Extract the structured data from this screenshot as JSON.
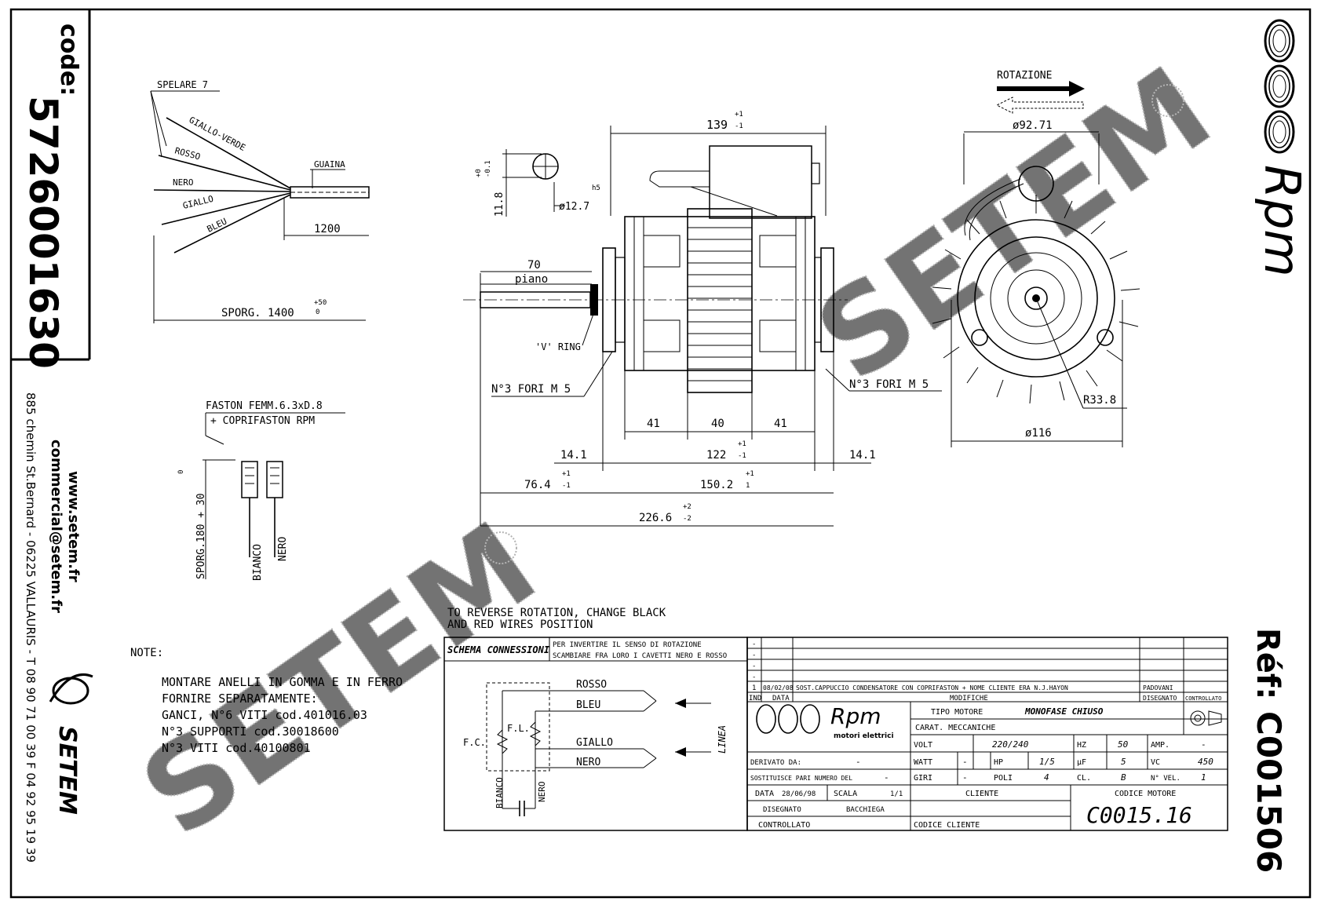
{
  "side_panel": {
    "code_label": "code:",
    "code_value": "5726001630",
    "website": "www.setem.fr",
    "email": "commercial@setem.fr",
    "address": "885 chemin St.Bernard - 06225 VALLAURIS - T 08 90 71 00 39  F 04 92 95 19 39",
    "brand": "SETEM"
  },
  "right_panel": {
    "logo": "Rpm",
    "ref_label": "Réf:",
    "ref_value": "C001506"
  },
  "watermark": "SETEM",
  "cable": {
    "strip": "SPELARE  7",
    "wire_gv": "GIALLO-VERDE",
    "wire_rosso": "ROSSO",
    "wire_nero": "NERO",
    "wire_giallo": "GIALLO",
    "wire_bleu": "BLEU",
    "sheath": "GUAINA",
    "sheath_len": "1200",
    "total_len": "SPORG. 1400",
    "total_tol": "+50",
    "total_tol2": "0"
  },
  "faston": {
    "title": "FASTON FEMM.6.3xD.8",
    "subtitle": "+ COPRIFASTON RPM",
    "lead_len": "SPORG.180 + 30",
    "lead_tol": "0",
    "wire_bianco": "BIANCO",
    "wire_nero": "NERO"
  },
  "shaft": {
    "tol_a": "+0",
    "tol_b": "-0.1",
    "flat": "11.8",
    "dia": "ø12.7",
    "fit": "h5"
  },
  "motor": {
    "len_139": "139",
    "len_139_tol_a": "+1",
    "len_139_tol_b": "-1",
    "shaft_len": "70",
    "flat_note": "piano",
    "vring": "'V' RING",
    "holes_left": "N°3 FORI M 5",
    "holes_right": "N°3 FORI M 5",
    "d41a": "41",
    "d40": "40",
    "d41b": "41",
    "d14a": "14.1",
    "d14b": "14.1",
    "d122": "122",
    "d122_tol_a": "+1",
    "d122_tol_b": "-1",
    "d76": "76.4",
    "d76_tol_a": "+1",
    "d76_tol_b": "-1",
    "d150": "150.2",
    "d150_tol_a": "+1",
    "d150_tol_b": "1",
    "d226": "226.6",
    "d226_tol_a": "+2",
    "d226_tol_b": "-2"
  },
  "end_view": {
    "rotation": "ROTAZIONE",
    "d92": "ø92.71",
    "r33": "R33.8",
    "d116": "ø116"
  },
  "reverse_note": {
    "line1": "TO REVERSE ROTATION, CHANGE BLACK",
    "line2": "AND RED WIRES POSITION"
  },
  "notes": {
    "label": "NOTE:",
    "line1": "MONTARE ANELLI IN GOMMA E IN FERRO",
    "line2": "FORNIRE SEPARATAMENTE:",
    "line3": "GANCI, N°6 VITI cod.401016.03",
    "line4": "N°3 SUPPORTI cod.30018600",
    "line5": "N°3 VITI cod.40100801"
  },
  "schema": {
    "title": "SCHEMA CONNESSIONI",
    "inst1": "PER INVERTIRE IL SENSO DI ROTAZIONE",
    "inst2": "SCAMBIARE FRA LORO I CAVETTI NERO E ROSSO",
    "rosso": "ROSSO",
    "bleu": "BLEU",
    "giallo": "GIALLO",
    "nero": "NERO",
    "fc": "F.C.",
    "fl": "F.L.",
    "bianco": "BIANCO",
    "nero_v": "NERO",
    "linea": "LINEA"
  },
  "title_block": {
    "dash": "-",
    "rev_no": "1",
    "rev_date": "08/02/08",
    "rev_desc": "SOST.CAPPUCCIO CONDENSATORE CON COPRIFASTON + NOME CLIENTE ERA N.J.HAYON",
    "rev_by": "PADOVANI",
    "h_ind": "IND",
    "h_data": "DATA",
    "h_modifiche": "MODIFICHE",
    "h_disegnato": "DISEGNATO",
    "h_controllato": "CONTROLLATO",
    "logo": "Rpm",
    "logo_sub": "motori elettrici",
    "tipo_motore_l": "TIPO MOTORE",
    "tipo_motore_v": "MONOFASE CHIUSO",
    "carat": "CARAT. MECCANICHE",
    "volt_l": "VOLT",
    "volt_v": "220/240",
    "hz_l": "HZ",
    "hz_v": "50",
    "amp_l": "AMP.",
    "amp_v": "-",
    "watt_l": "WATT",
    "watt_v": "-",
    "hp_l": "HP",
    "hp_v": "1/5",
    "uf_l": "µF",
    "uf_v": "5",
    "vc_l": "VC",
    "vc_v": "450",
    "giri_l": "GIRI",
    "giri_v": "-",
    "poli_l": "POLI",
    "poli_v": "4",
    "cl_l": "CL.",
    "cl_v": "B",
    "nvel_l": "N° VEL.",
    "nvel_v": "1",
    "derivato_l": "DERIVATO DA:",
    "derivato_v": "-",
    "sostituisce_l": "SOSTITUISCE PARI NUMERO DEL",
    "sostituisce_v": "-",
    "data_l": "DATA",
    "data_v": "28/06/98",
    "scala_l": "SCALA",
    "scala_v": "1/1",
    "cliente_l": "CLIENTE",
    "disegnato_l": "DISEGNATO",
    "disegnato_v": "BACCHIEGA",
    "controllato_l": "CONTROLLATO",
    "codice_cliente_l": "CODICE CLIENTE",
    "codice_motore_l": "CODICE MOTORE",
    "codice_motore_v": "C0015.16"
  }
}
